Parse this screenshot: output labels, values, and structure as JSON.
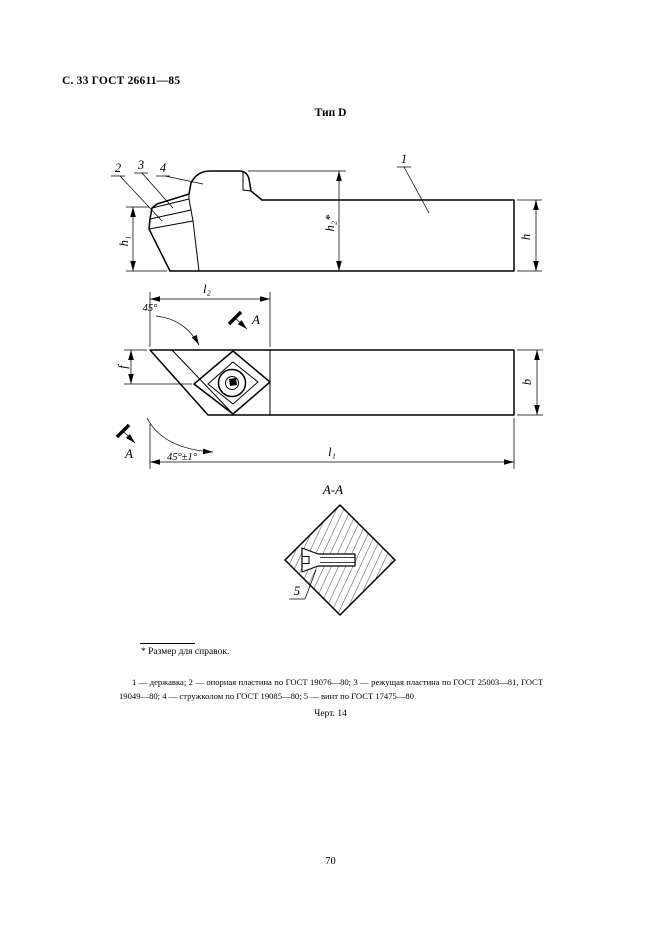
{
  "page": {
    "header": "С. 33 ГОСТ 26611—85",
    "title": "Тип D",
    "footnote": "* Размер для справок.",
    "legend": "1 — державка; 2 — опорная пластина по ГОСТ 19076—80; 3 — режущая пластина по ГОСТ 25003—81, ГОСТ 19049—80; 4 — стружколом по ГОСТ 19085—80; 5 — винт по ГОСТ 17475—80",
    "figure_caption": "Черт. 14",
    "page_number": "70"
  },
  "drawing": {
    "callouts": {
      "holder": "1",
      "support_plate": "2",
      "cutting_insert": "3",
      "chip_breaker": "4",
      "screw": "5"
    },
    "dims": {
      "h1": "h₁",
      "h2": "h₂*",
      "h": "h",
      "l1": "l₁",
      "l2": "l₂",
      "f": "f",
      "b": "b",
      "angle_top": "45°",
      "angle_main": "45°±1°"
    },
    "section": {
      "title": "А-А",
      "letter": "А"
    }
  }
}
